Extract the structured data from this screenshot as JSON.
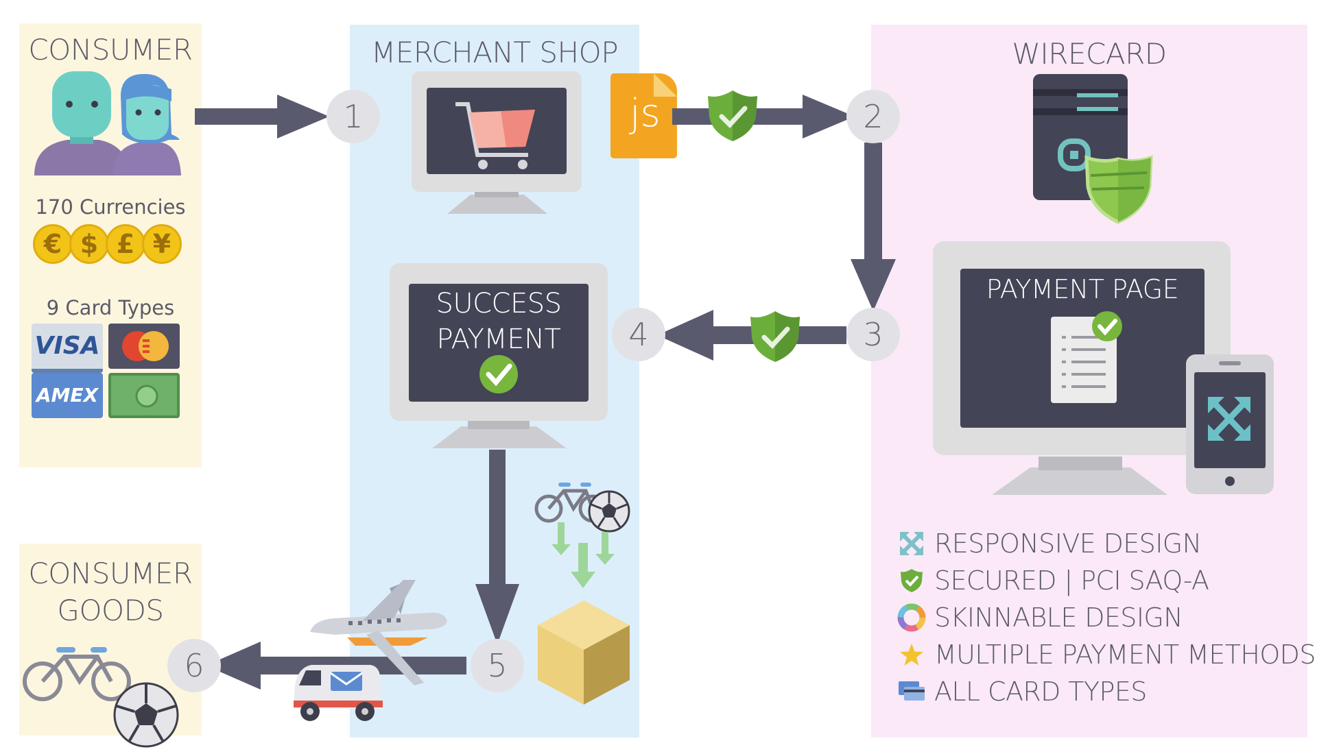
{
  "consumer": {
    "title": "CONSUMER",
    "currencies_label": "170 Currencies",
    "currency_symbols": [
      "€",
      "$",
      "£",
      "¥"
    ],
    "card_types_label": "9 Card Types",
    "cards": [
      "VISA",
      "",
      "AMEX",
      ""
    ]
  },
  "goods": {
    "title_line1": "CONSUMER",
    "title_line2": "GOODS"
  },
  "merchant": {
    "title": "MERCHANT SHOP",
    "js_label": "js",
    "success_line1": "SUCCESS",
    "success_line2": "PAYMENT"
  },
  "wirecard": {
    "title": "WIRECARD",
    "payment_page": "PAYMENT PAGE"
  },
  "steps": [
    "1",
    "2",
    "3",
    "4",
    "5",
    "6"
  ],
  "features": [
    {
      "icon": "expand-icon",
      "label": "RESPONSIVE DESIGN"
    },
    {
      "icon": "shield-check-icon",
      "label": "SECURED | PCI SAQ-A"
    },
    {
      "icon": "color-wheel-icon",
      "label": "SKINNABLE DESIGN"
    },
    {
      "icon": "star-icon",
      "label": "MULTIPLE PAYMENT METHODS"
    },
    {
      "icon": "credit-cards-icon",
      "label": "ALL CARD TYPES"
    }
  ],
  "colors": {
    "consumer_bg": "#fdf6df",
    "merchant_bg": "#ddeefb",
    "wirecard_bg": "#fbe9f8",
    "arrow": "#5b5b70",
    "shield": "#6cae3c",
    "js": "#f3a521"
  }
}
